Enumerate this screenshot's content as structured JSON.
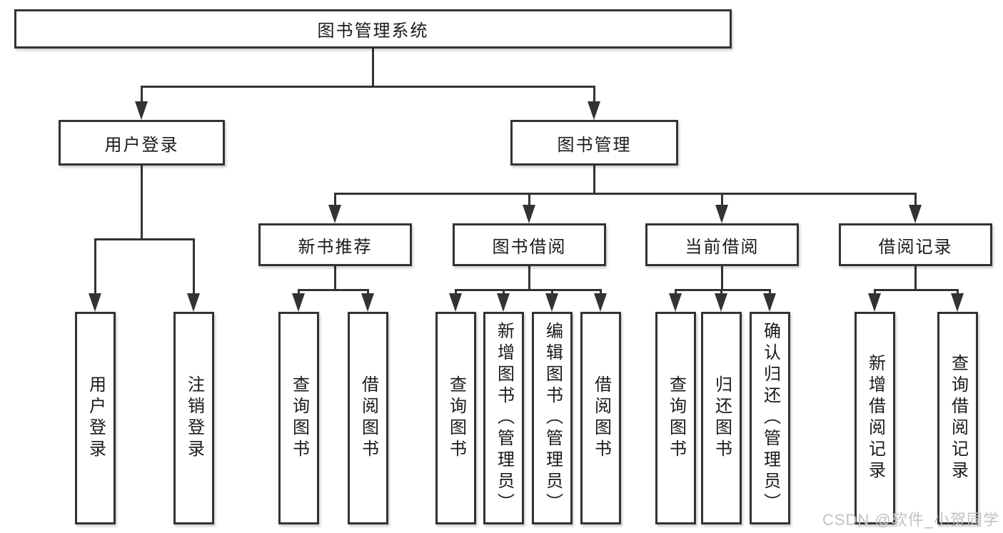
{
  "diagram": {
    "root": "图书管理系统",
    "level2": [
      "用户登录",
      "图书管理"
    ],
    "level3": [
      "新书推荐",
      "图书借阅",
      "当前借阅",
      "借阅记录"
    ],
    "leaves": {
      "user_login": [
        "用户登录",
        "注销登录"
      ],
      "new_book_recommend": [
        "查询图书",
        "借阅图书"
      ],
      "book_borrow": [
        "查询图书",
        "新增图书（管理员）",
        "编辑图书（管理员）",
        "借阅图书"
      ],
      "current_borrow": [
        "查询图书",
        "归还图书",
        "确认归还（管理员）"
      ],
      "borrow_records": [
        "新增借阅记录",
        "查询借阅记录"
      ]
    }
  },
  "watermark": "CSDN @软件_小贺同学",
  "colors": {
    "line": "#333333",
    "box_background": "#ffffff",
    "text": "#1a1a1a",
    "watermark": "#c2c2c2"
  }
}
